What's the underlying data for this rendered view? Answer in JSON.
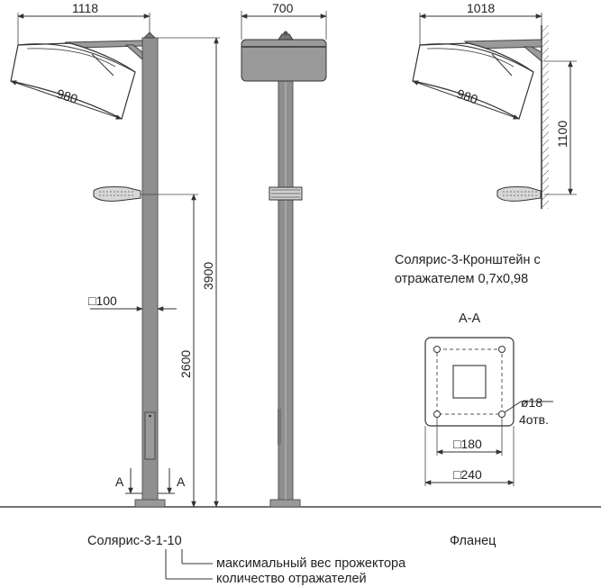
{
  "dimensions": {
    "left_width": "1118",
    "left_reflector": "980",
    "pole_section": "□100",
    "total_height": "3900",
    "projector_height": "2600",
    "center_width": "700",
    "right_width": "1018",
    "right_reflector": "980",
    "right_height": "1100"
  },
  "section_marks": {
    "left": "A",
    "right": "A"
  },
  "bracket_caption": {
    "line1": "Солярис-3-Кронштейн с",
    "line2": "отражателем 0,7х0,98"
  },
  "flange": {
    "section_title": "A-A",
    "hole_diameter": "ø18",
    "hole_count": "4отв.",
    "inner_size": "□180",
    "outer_size": "□240",
    "caption": "Фланец"
  },
  "model": {
    "code": "Солярис-3-1-10",
    "note_weight": "максимальный вес прожектора",
    "note_count": "количество отражателей"
  }
}
